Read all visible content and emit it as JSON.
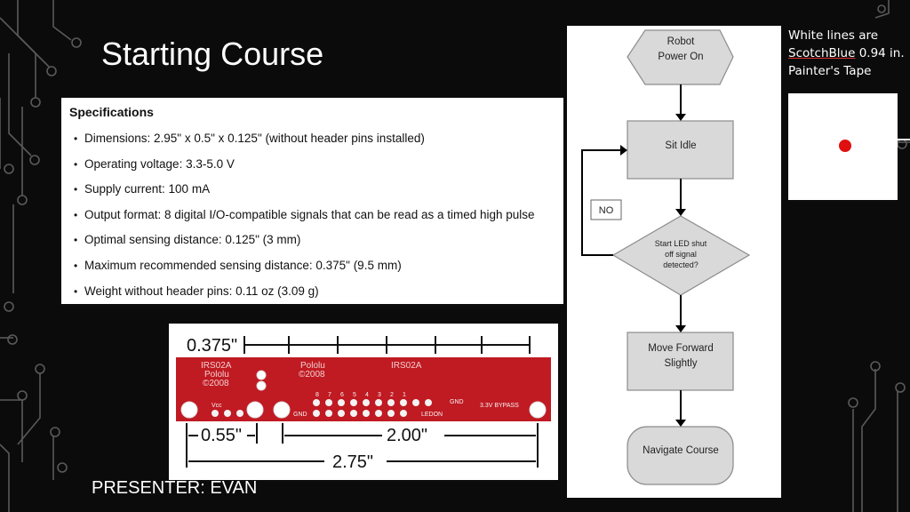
{
  "slide": {
    "title": "Starting Course",
    "presenter": "PRESENTER: EVAN"
  },
  "specifications": {
    "heading": "Specifications",
    "bullet": "•",
    "items": [
      "Dimensions: 2.95\" x 0.5\" x 0.125\" (without header pins installed)",
      "Operating voltage: 3.3-5.0 V",
      "Supply current: 100 mA",
      "Output format: 8 digital I/O-compatible signals that can be read as a timed high pulse",
      "Optimal sensing distance: 0.125\" (3 mm)",
      "Maximum recommended sensing distance: 0.375\" (9.5 mm)",
      "Weight without header pins: 0.11 oz (3.09 g)"
    ]
  },
  "sensor_board": {
    "dim_pitch": "0.375\"",
    "dim_left": "0.55\"",
    "dim_mid": "2.00\"",
    "dim_total": "2.75\"",
    "silk_left": [
      "IRS02A",
      "Pololu",
      "©2008"
    ],
    "silk_mid": [
      "Pololu",
      "©2008"
    ],
    "silk_right": "IRS02A",
    "pin_numbers": [
      "8",
      "7",
      "6",
      "5",
      "4",
      "3",
      "2",
      "1"
    ],
    "label_gnd": "GND",
    "label_vcc": "Vcc",
    "label_ledon": "LEDON",
    "label_bypass": "3.3V BYPASS",
    "board_color": "#c01a22"
  },
  "flowchart": {
    "start": [
      "Robot",
      "Power On"
    ],
    "idle": "Sit Idle",
    "no_label": "NO",
    "decision": [
      "Start LED shut",
      "off signal",
      "detected?"
    ],
    "move": [
      "Move Forward",
      "Slightly"
    ],
    "end": "Navigate Course",
    "fill_color": "#d9d9d9",
    "stroke_color": "#8c8c8c"
  },
  "tape": {
    "line1": "White lines are",
    "line2_underlined": "ScotchBlue",
    "line2_rest": " 0.94 in.",
    "line3": "Painter's Tape",
    "dot_color": "#e01010"
  }
}
